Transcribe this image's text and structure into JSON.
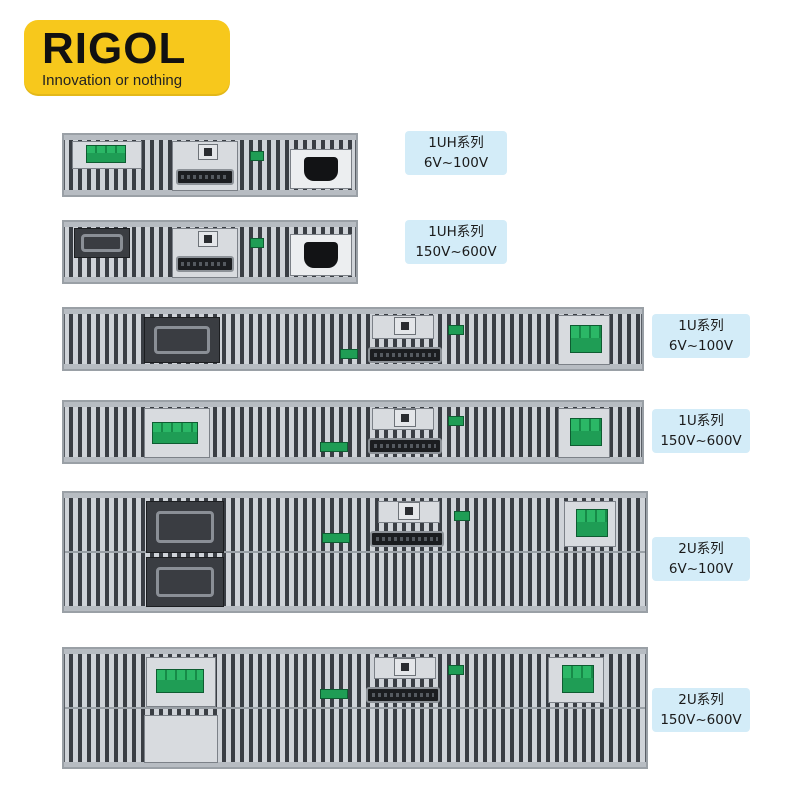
{
  "logo": {
    "brand": "RIGOL",
    "tagline": "Innovation or nothing",
    "color": "#f7c81c"
  },
  "series": [
    {
      "name": "1UH系列",
      "range": "6V~100V"
    },
    {
      "name": "1UH系列",
      "range": "150V~600V"
    },
    {
      "name": "1U系列",
      "range": "6V~100V"
    },
    {
      "name": "1U系列",
      "range": "150V~600V"
    },
    {
      "name": "2U系列",
      "range": "6V~100V"
    },
    {
      "name": "2U系列",
      "range": "150V~600V"
    }
  ],
  "colors": {
    "label_background": "#d3ecf8",
    "panel_metal": "#cfd3d8",
    "terminal_green": "#1f9d55"
  }
}
